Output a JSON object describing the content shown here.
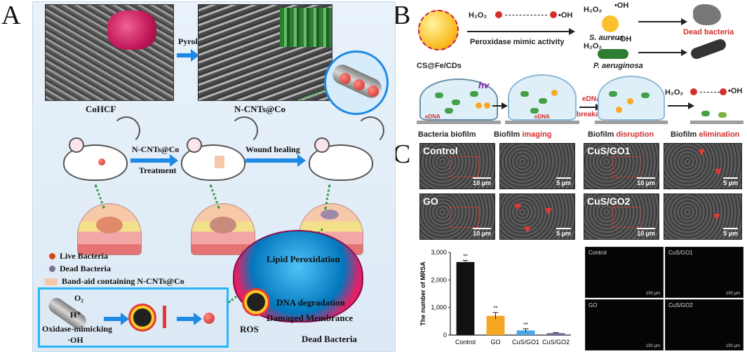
{
  "panels": {
    "a": "A",
    "b": "B",
    "c": "C"
  },
  "panel_a": {
    "top_left_label": "CoHCF",
    "top_right_label": "N-CNTs@Co",
    "pyrolysis": "Pyrolysis",
    "treatment_line1": "N-CNTs@Co",
    "treatment_line2": "Treatment",
    "wound_healing": "Wound healing",
    "legend": {
      "live": "Live Bacteria",
      "dead": "Dead Bacteria",
      "bandaid": "Band-aid containing N-CNTs@Co"
    },
    "mechanism": {
      "o2": "O₂",
      "h_plus": "H⁺",
      "oxidase": "Oxidase-mimicking",
      "oh": "·OH",
      "ros": "ROS",
      "lipid": "Lipid Peroxidation",
      "dna": "DNA degradation",
      "membrane": "Damaged Membrance",
      "dead_bacteria": "Dead Bacteria"
    },
    "colors": {
      "arrow": "#1e88e5",
      "dotted": "#2e9e40",
      "box": "#29b6f6"
    }
  },
  "panel_b": {
    "h2o2": "H₂O₂",
    "oh": "•OH",
    "peroxidase": "Peroxidase mimic activity",
    "s_aureus": "S. aureus",
    "p_aeruginosa": "P. aeruginosa",
    "dead_bacteria": "Dead bacteria",
    "nanozyme": "CS@Fe/CDs",
    "hv": "hv",
    "edna": "eDNA",
    "edna_breakage_1": "eDNA",
    "edna_breakage_2": "breakage",
    "stages": {
      "s1": "Bacteria biofilm",
      "s2a": "Biofilm ",
      "s2b": "imaging",
      "s3a": "Biofilm ",
      "s3b": "disruption",
      "s4a": "Biofilm ",
      "s4b": "elimination"
    }
  },
  "panel_c": {
    "sem_labels": {
      "control": "Control",
      "go": "GO",
      "cus1": "CuS/GO1",
      "cus2": "CuS/GO2"
    },
    "scale_10": "10 µm",
    "scale_5": "5 µm",
    "fl_labels": {
      "control": "Control",
      "cus1": "CuS/GO1",
      "go": "GO",
      "cus2": "CuS/GO2"
    },
    "fl_scale": "100 µm"
  },
  "chart_data": {
    "type": "bar",
    "ylabel": "The number of MRSA",
    "categories": [
      "Control",
      "GO",
      "CuS/GO1",
      "CuS/GO2"
    ],
    "values": [
      2650,
      700,
      170,
      70
    ],
    "errors": [
      60,
      120,
      60,
      20
    ],
    "colors": [
      "#111111",
      "#f5a623",
      "#4da6e8",
      "#6a6a9a"
    ],
    "significance": [
      "**",
      "**",
      "**",
      ""
    ],
    "ylim": [
      0,
      3000
    ],
    "yticks": [
      "0",
      "1,000",
      "2,000",
      "3,000"
    ]
  }
}
